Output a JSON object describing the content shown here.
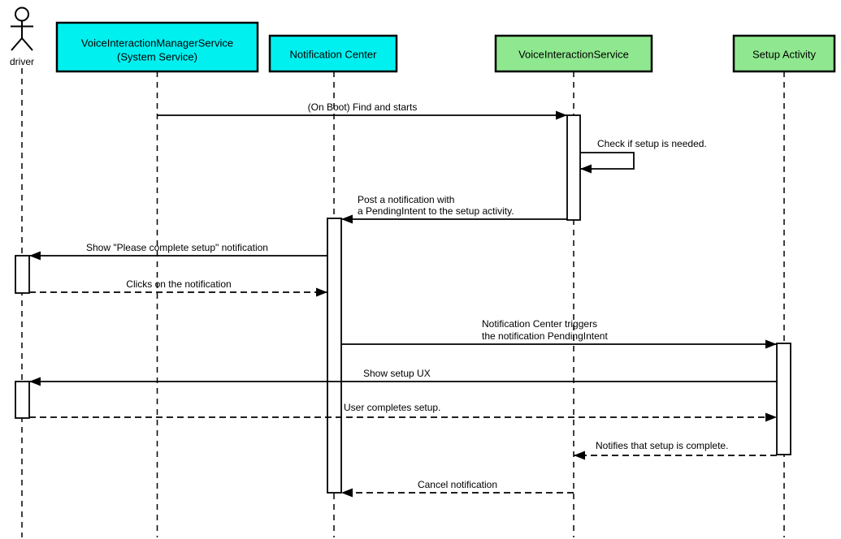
{
  "diagram_type": "uml-sequence-diagram",
  "colors": {
    "background": "#FFFFFF",
    "cyan_participant": "#00F0F0",
    "green_participant": "#8FE88F",
    "line": "#000000",
    "text": "#000000"
  },
  "actor": {
    "name": "driver"
  },
  "participants": [
    {
      "name": "VoiceInteractionManagerService (System Service)",
      "lines": [
        "VoiceInteractionManagerService",
        "(System Service)"
      ],
      "color": "#00F0F0"
    },
    {
      "name": "Notification Center",
      "lines": [
        "Notification Center"
      ],
      "color": "#00F0F0"
    },
    {
      "name": "VoiceInteractionService",
      "lines": [
        "VoiceInteractionService"
      ],
      "color": "#8FE88F"
    },
    {
      "name": "Setup Activity",
      "lines": [
        "Setup Activity"
      ],
      "color": "#8FE88F"
    }
  ],
  "messages": [
    {
      "from": "VoiceInteractionManagerService (System Service)",
      "to": "VoiceInteractionService",
      "style": "solid",
      "lines": [
        "(On Boot) Find and starts"
      ]
    },
    {
      "from": "VoiceInteractionService",
      "to": "VoiceInteractionService",
      "style": "solid",
      "self_message": true,
      "lines": [
        "Check if setup is needed."
      ]
    },
    {
      "from": "VoiceInteractionService",
      "to": "Notification Center",
      "style": "solid",
      "lines": [
        "Post a notification with",
        "a PendingIntent to the setup activity."
      ]
    },
    {
      "from": "Notification Center",
      "to": "driver",
      "style": "solid",
      "lines": [
        "Show \"Please complete setup\" notification"
      ]
    },
    {
      "from": "driver",
      "to": "Notification Center",
      "style": "dashed",
      "lines": [
        "Clicks on the notification"
      ]
    },
    {
      "from": "Notification Center",
      "to": "Setup Activity",
      "style": "solid",
      "lines": [
        "Notification Center triggers",
        "the notification PendingIntent"
      ]
    },
    {
      "from": "Setup Activity",
      "to": "driver",
      "style": "solid",
      "lines": [
        "Show setup UX"
      ]
    },
    {
      "from": "driver",
      "to": "Setup Activity",
      "style": "dashed",
      "lines": [
        "User completes setup."
      ]
    },
    {
      "from": "Setup Activity",
      "to": "VoiceInteractionService",
      "style": "dashed",
      "lines": [
        "Notifies that setup is complete."
      ]
    },
    {
      "from": "VoiceInteractionService",
      "to": "Notification Center",
      "style": "dashed",
      "lines": [
        "Cancel notification"
      ]
    }
  ]
}
